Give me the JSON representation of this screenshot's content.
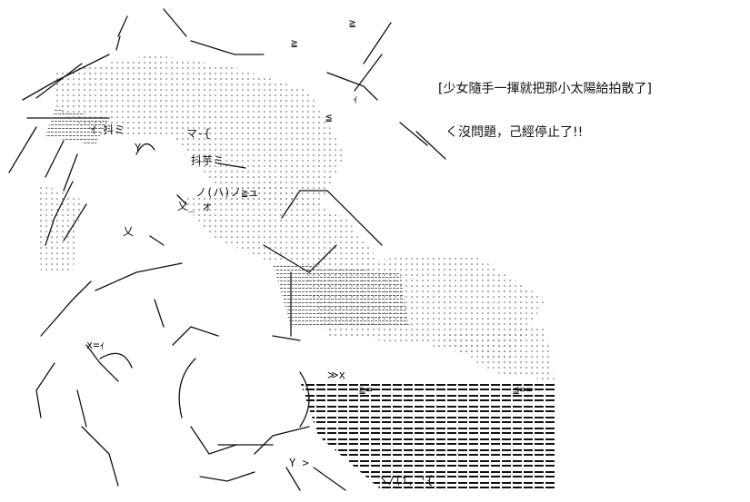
{
  "dialogue": [
    "[少女隨手一揮就把那小太陽給拍散了]",
    "く沒問題，己經停止了!!"
  ],
  "art_marks": {
    "kanji_1": "ｲ 抖ミ",
    "kanji_2": "抖芋ミ",
    "kanji_3": "マ-{",
    "kanji_4": "ノ(ハ)ノ≧ュ",
    "kanji_5": "乂_ ォ",
    "kanji_6": "乂",
    "kanji_7": "Y",
    "kanji_8": "x=ｨ",
    "kanji_9": "ゝ/(i,ﾆ:{",
    "kanji_10": "Y >",
    "symbol_1": "≧",
    "symbol_2": "≧",
    "symbol_3": "≦",
    "symbol_4": "ｨ",
    "symbol_5": "≫x",
    "symbol_6": "≧=-",
    "symbol_7": "≦=="
  },
  "colors": {
    "ink": "#111111",
    "background": "#ffffff"
  }
}
